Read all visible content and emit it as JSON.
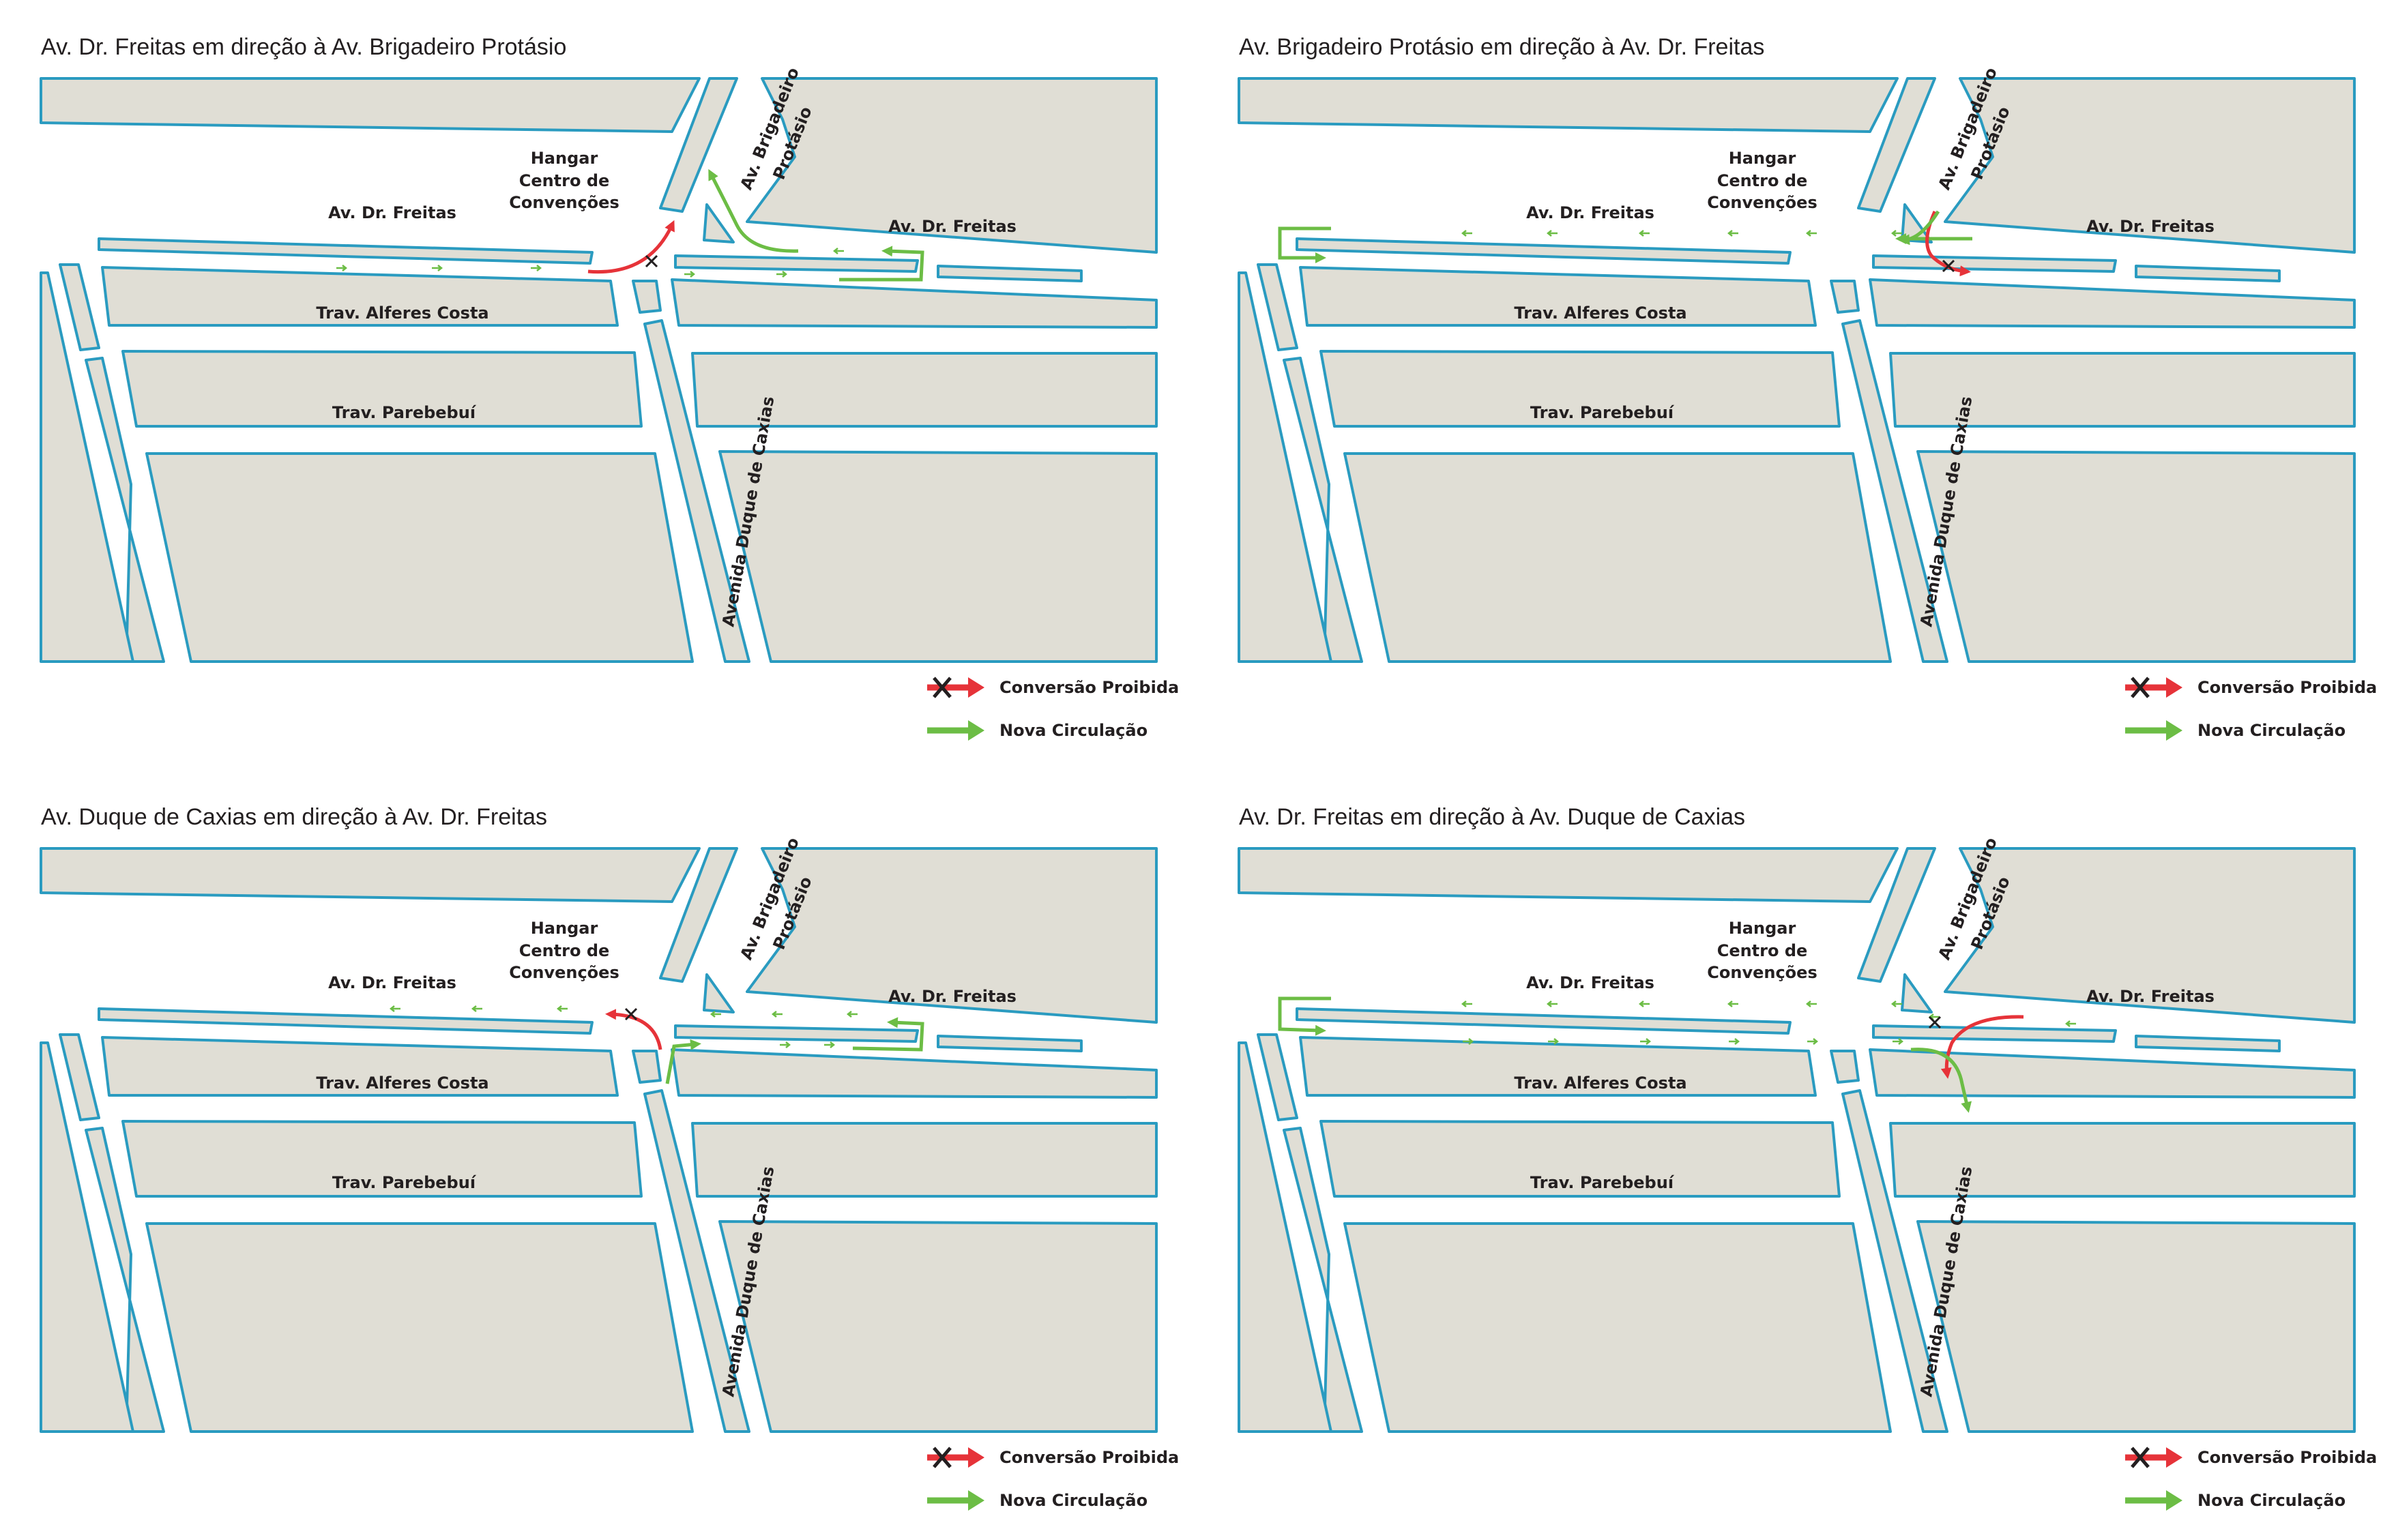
{
  "panels": [
    {
      "title": "Av. Dr. Freitas em direção à Av. Brigadeiro Protásio",
      "scenario": "freitas-to-brigadeiro"
    },
    {
      "title": "Av. Brigadeiro Protásio em direção à Av. Dr. Freitas",
      "scenario": "brigadeiro-to-freitas"
    },
    {
      "title": "Av. Duque de Caxias em direção à Av. Dr. Freitas",
      "scenario": "caxias-to-freitas"
    },
    {
      "title": "Av. Dr. Freitas em direção à Av. Duque de Caxias",
      "scenario": "freitas-to-caxias"
    }
  ],
  "labels": {
    "hangar_line1": "Hangar",
    "hangar_line2": "Centro de",
    "hangar_line3": "Convenções",
    "av_dr_freitas": "Av. Dr. Freitas",
    "trav_alferes_costa": "Trav. Alferes Costa",
    "trav_parebebui": "Trav. Parebebuí",
    "av_brigadeiro_line1": "Av. Brigadeiro",
    "av_brigadeiro_line2": "Protásio",
    "avenida_duque_de_caxias": "Avenida Duque de Caxias"
  },
  "legend": {
    "prohibited": "Conversão Proibida",
    "new_route": "Nova Circulação"
  },
  "colors": {
    "block_fill": "#e0ded5",
    "block_stroke": "#2a9bc0",
    "prohibited_red": "#e63339",
    "new_route_green": "#6cbd45",
    "text": "#231f20"
  }
}
